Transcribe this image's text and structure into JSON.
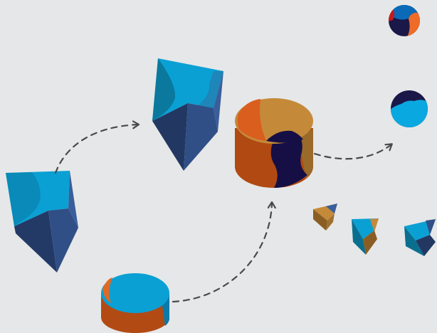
{
  "colors": {
    "background": "#e6e7e8",
    "arrow": "#4a4a4a",
    "light_blue": "#0aa0d4",
    "teal": "#0a6f8f",
    "navy": "#233a64",
    "steel_blue": "#2f4f85",
    "dark_navy": "#1a1848",
    "orange": "#e06a24",
    "rust": "#b04a12",
    "tan": "#c48a3a",
    "dark_tan": "#8a5e22"
  },
  "shapes": [
    {
      "name": "left-pentagonal-prism",
      "kind": "prism"
    },
    {
      "name": "center-pentagonal-prism",
      "kind": "prism"
    },
    {
      "name": "bottom-cylinder",
      "kind": "cylinder"
    },
    {
      "name": "center-cylinder",
      "kind": "cylinder"
    },
    {
      "name": "top-right-sphere",
      "kind": "sphere"
    },
    {
      "name": "middle-right-sphere",
      "kind": "sphere"
    },
    {
      "name": "small-tan-wedge",
      "kind": "wedge"
    },
    {
      "name": "small-blue-tan-wedge",
      "kind": "wedge"
    },
    {
      "name": "small-blue-wedge",
      "kind": "wedge"
    }
  ],
  "arrows": [
    {
      "name": "arrow-prism-to-prism",
      "from": "left-pentagonal-prism",
      "to": "center-pentagonal-prism"
    },
    {
      "name": "arrow-cylinder-to-cylinder",
      "from": "bottom-cylinder",
      "to": "center-cylinder"
    },
    {
      "name": "arrow-cylinder-to-sphere",
      "from": "center-cylinder",
      "to": "middle-right-sphere"
    }
  ]
}
